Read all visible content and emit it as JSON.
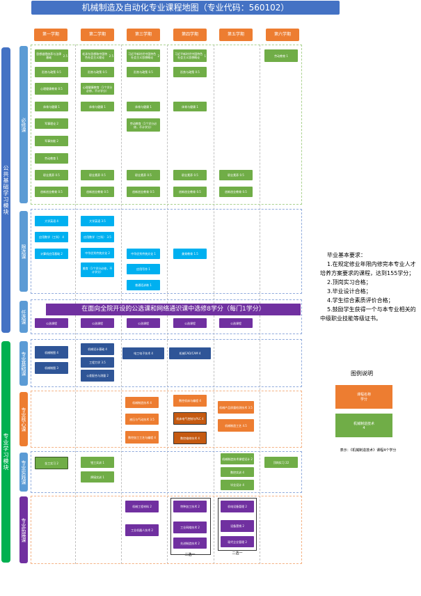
{
  "title": "机械制造及自动化专业课程地图（专业代码：560102）",
  "semesters": [
    "第一学期",
    "第二学期",
    "第三学期",
    "第四学期",
    "第五学期",
    "第六学期"
  ],
  "modules": {
    "public": "公共基础学习模块",
    "professional": "专业学习模块"
  },
  "groups": {
    "compulsory": "必修课",
    "limited": "限选课",
    "optional": "任选课",
    "prof_basic": "专业基础课",
    "prof_core": "专业核心课",
    "prof_practice": "专业实践课",
    "prof_expand": "专业拓展课"
  },
  "banner": "在面向全院开设的公选课和网络通识课中选修8学分（每门1学分）",
  "requirements": {
    "heading": "毕业基本要求：",
    "items": [
      "1.在规定修业年限内修完本专业人才培养方案要求的课程，达到155学分；",
      "2.顶岗实习合格；",
      "3.毕业设计合格；",
      "4.学生综合素质评价合格；",
      "5.鼓励学生获得一个与本专业相关的中级职业技能等级证书。"
    ]
  },
  "legend": {
    "title": "图例说明",
    "box1": "课程名称\n学分",
    "box2": "机械制造技术\n4",
    "note": "表示：《机械制造技术》课程4个学分"
  },
  "courses": {
    "s1_compulsory": [
      {
        "name": "思想道德修养与法律基础",
        "credit": "2.5"
      },
      {
        "name": "形势与政策",
        "credit": "0.5"
      },
      {
        "name": "心理健康教育",
        "credit": "0.5"
      },
      {
        "name": "体育与健康",
        "credit": "1"
      },
      {
        "name": "军事理论",
        "credit": "2"
      },
      {
        "name": "军事技能",
        "credit": "2"
      },
      {
        "name": "劳动教育",
        "credit": "1"
      },
      {
        "name": "职业素养",
        "credit": "0.5"
      },
      {
        "name": "创新创业教育",
        "credit": "0.5"
      }
    ],
    "s2_compulsory": [
      {
        "name": "毛泽东思想和中国特色社会主义理论",
        "credit": "2.5"
      },
      {
        "name": "形势与政策",
        "credit": "0.5"
      },
      {
        "name": "心理健康教育（1个学分必修，不计学分）",
        "credit": ""
      },
      {
        "name": "体育与健康",
        "credit": "1"
      },
      {
        "name": "职业素养",
        "credit": "0.5"
      },
      {
        "name": "创新创业教育",
        "credit": "0.5"
      }
    ],
    "s3_compulsory": [
      {
        "name": "习近平新时代中国特色社会主义思想概论",
        "credit": "2"
      },
      {
        "name": "形势与政策",
        "credit": "0.5"
      },
      {
        "name": "体育与健康",
        "credit": "1"
      },
      {
        "name": "劳动教育（1个学分必修，不计学分）",
        "credit": ""
      },
      {
        "name": "职业素养",
        "credit": "0.5"
      },
      {
        "name": "创新创业教育",
        "credit": "0.5"
      }
    ],
    "s4_compulsory": [
      {
        "name": "习近平新时代中国特色社会主义思想概论",
        "credit": "1"
      },
      {
        "name": "形势与政策",
        "credit": "0.5"
      },
      {
        "name": "体育与健康",
        "credit": "1"
      },
      {
        "name": "职业素养",
        "credit": "0.5"
      },
      {
        "name": "创新创业教育",
        "credit": "0.5"
      }
    ],
    "s5_compulsory": [
      {
        "name": "职业素养",
        "credit": "0.5"
      },
      {
        "name": "创新创业教育",
        "credit": "0.5"
      }
    ],
    "s6_compulsory": [
      {
        "name": "劳动教育",
        "credit": "1"
      }
    ],
    "s1_limited": [
      {
        "name": "大学英语",
        "credit": "4"
      },
      {
        "name": "应用数学（工科）",
        "credit": "4"
      },
      {
        "name": "计算机应用基础",
        "credit": "2"
      }
    ],
    "s2_limited": [
      {
        "name": "大学英语",
        "credit": "3.5"
      },
      {
        "name": "应用数学（工科）",
        "credit": "3.5"
      },
      {
        "name": "中华优秀传统文化",
        "credit": "2"
      },
      {
        "name": "美育（1个学分必修，不计学分）",
        "credit": ""
      }
    ],
    "s3_limited": [
      {
        "name": "中华优秀传统文化",
        "credit": "1"
      },
      {
        "name": "应用写作",
        "credit": "1"
      },
      {
        "name": "普通话训练",
        "credit": "1"
      }
    ],
    "s4_limited": [
      {
        "name": "美育教育",
        "credit": "1.5"
      }
    ],
    "optional": [
      "公选课程",
      "公选课程",
      "公选课程",
      "公选课程",
      "公选课程"
    ],
    "s1_basic": [
      {
        "name": "机械制图",
        "credit": "4"
      },
      {
        "name": "机械制图",
        "credit": "3"
      }
    ],
    "s2_basic": [
      {
        "name": "机械设计基础",
        "credit": "4"
      },
      {
        "name": "工程力学",
        "credit": "3.5"
      },
      {
        "name": "公差配合与测量",
        "credit": "2"
      }
    ],
    "s3_basic": [
      {
        "name": "电工电子技术",
        "credit": "4"
      }
    ],
    "s4_basic": [
      {
        "name": "机械CAD/CAM",
        "credit": "4"
      }
    ],
    "s3_core": [
      {
        "name": "机械制造技术",
        "credit": "4"
      },
      {
        "name": "液压与气动技术",
        "credit": "3.5"
      },
      {
        "name": "数控加工工艺与编程",
        "credit": "4"
      }
    ],
    "s4_core": [
      {
        "name": "数控机床与编程",
        "credit": "4"
      },
      {
        "name": "机床电气控制与PLC",
        "credit": "4"
      },
      {
        "name": "数控维修技术",
        "credit": "4"
      }
    ],
    "s5_core": [
      {
        "name": "机械产品质量检测技术",
        "credit": "3.5"
      },
      {
        "name": "机械制造工艺",
        "credit": "4.5"
      }
    ],
    "s1_practice": [
      {
        "name": "金工实习",
        "credit": "2"
      }
    ],
    "s2_practice": [
      {
        "name": "钳工实训",
        "credit": "1"
      },
      {
        "name": "焊接实训",
        "credit": "1"
      }
    ],
    "s5_practice": [
      {
        "name": "机械制造技术课程设计",
        "credit": "2"
      },
      {
        "name": "数控实训",
        "credit": "4"
      },
      {
        "name": "毕业设计",
        "credit": "4"
      }
    ],
    "s6_practice": [
      {
        "name": "顶岗实习",
        "credit": "22"
      }
    ],
    "s3_expand": [
      {
        "name": "机械工程材料",
        "credit": "2"
      },
      {
        "name": "工业机器人技术",
        "credit": "2"
      }
    ],
    "s4_expand": [
      {
        "name": "特种加工技术",
        "credit": "2"
      },
      {
        "name": "工业网络技术",
        "credit": "2"
      },
      {
        "name": "先进制造技术",
        "credit": "2"
      }
    ],
    "s5_expand": [
      {
        "name": "机电设备管理",
        "credit": "2"
      },
      {
        "name": "设备营销",
        "credit": "2"
      },
      {
        "name": "现代企业管理",
        "credit": "2"
      }
    ],
    "summary": [
      "二选一",
      "二选一"
    ]
  },
  "colors": {
    "public_module": "#4472c4",
    "prof_module": "#00b050",
    "semester": "#ed7d31",
    "compulsory": "#70ad47",
    "limited": "#00b0f0",
    "optional": "#7030a0",
    "basic": "#2f5597",
    "core": "#ed7d31",
    "practice": "#70ad47",
    "expand": "#7030a0"
  }
}
